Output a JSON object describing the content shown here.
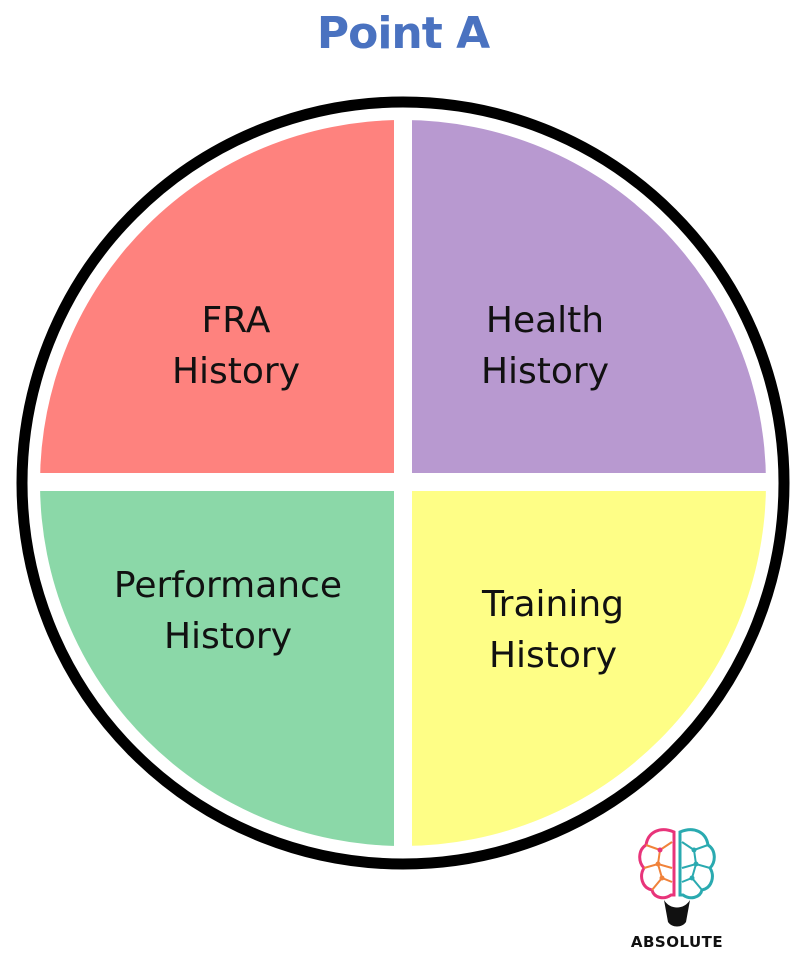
{
  "title": "Point A",
  "colors": {
    "title": "#4a72c0",
    "ring": "#000000",
    "q_top_left": "#fe827e",
    "q_top_right": "#b899d0",
    "q_bottom_left": "#8bd8a8",
    "q_bottom_right": "#fefe86"
  },
  "quadrants": {
    "top_left": {
      "line1": "FRA",
      "line2": "History"
    },
    "top_right": {
      "line1": "Health",
      "line2": "History"
    },
    "bottom_left": {
      "line1": "Performance",
      "line2": "History"
    },
    "bottom_right": {
      "line1": "Training",
      "line2": "History"
    }
  },
  "logo": {
    "text": "ABSOLUTE",
    "icon": "brain-icon"
  }
}
